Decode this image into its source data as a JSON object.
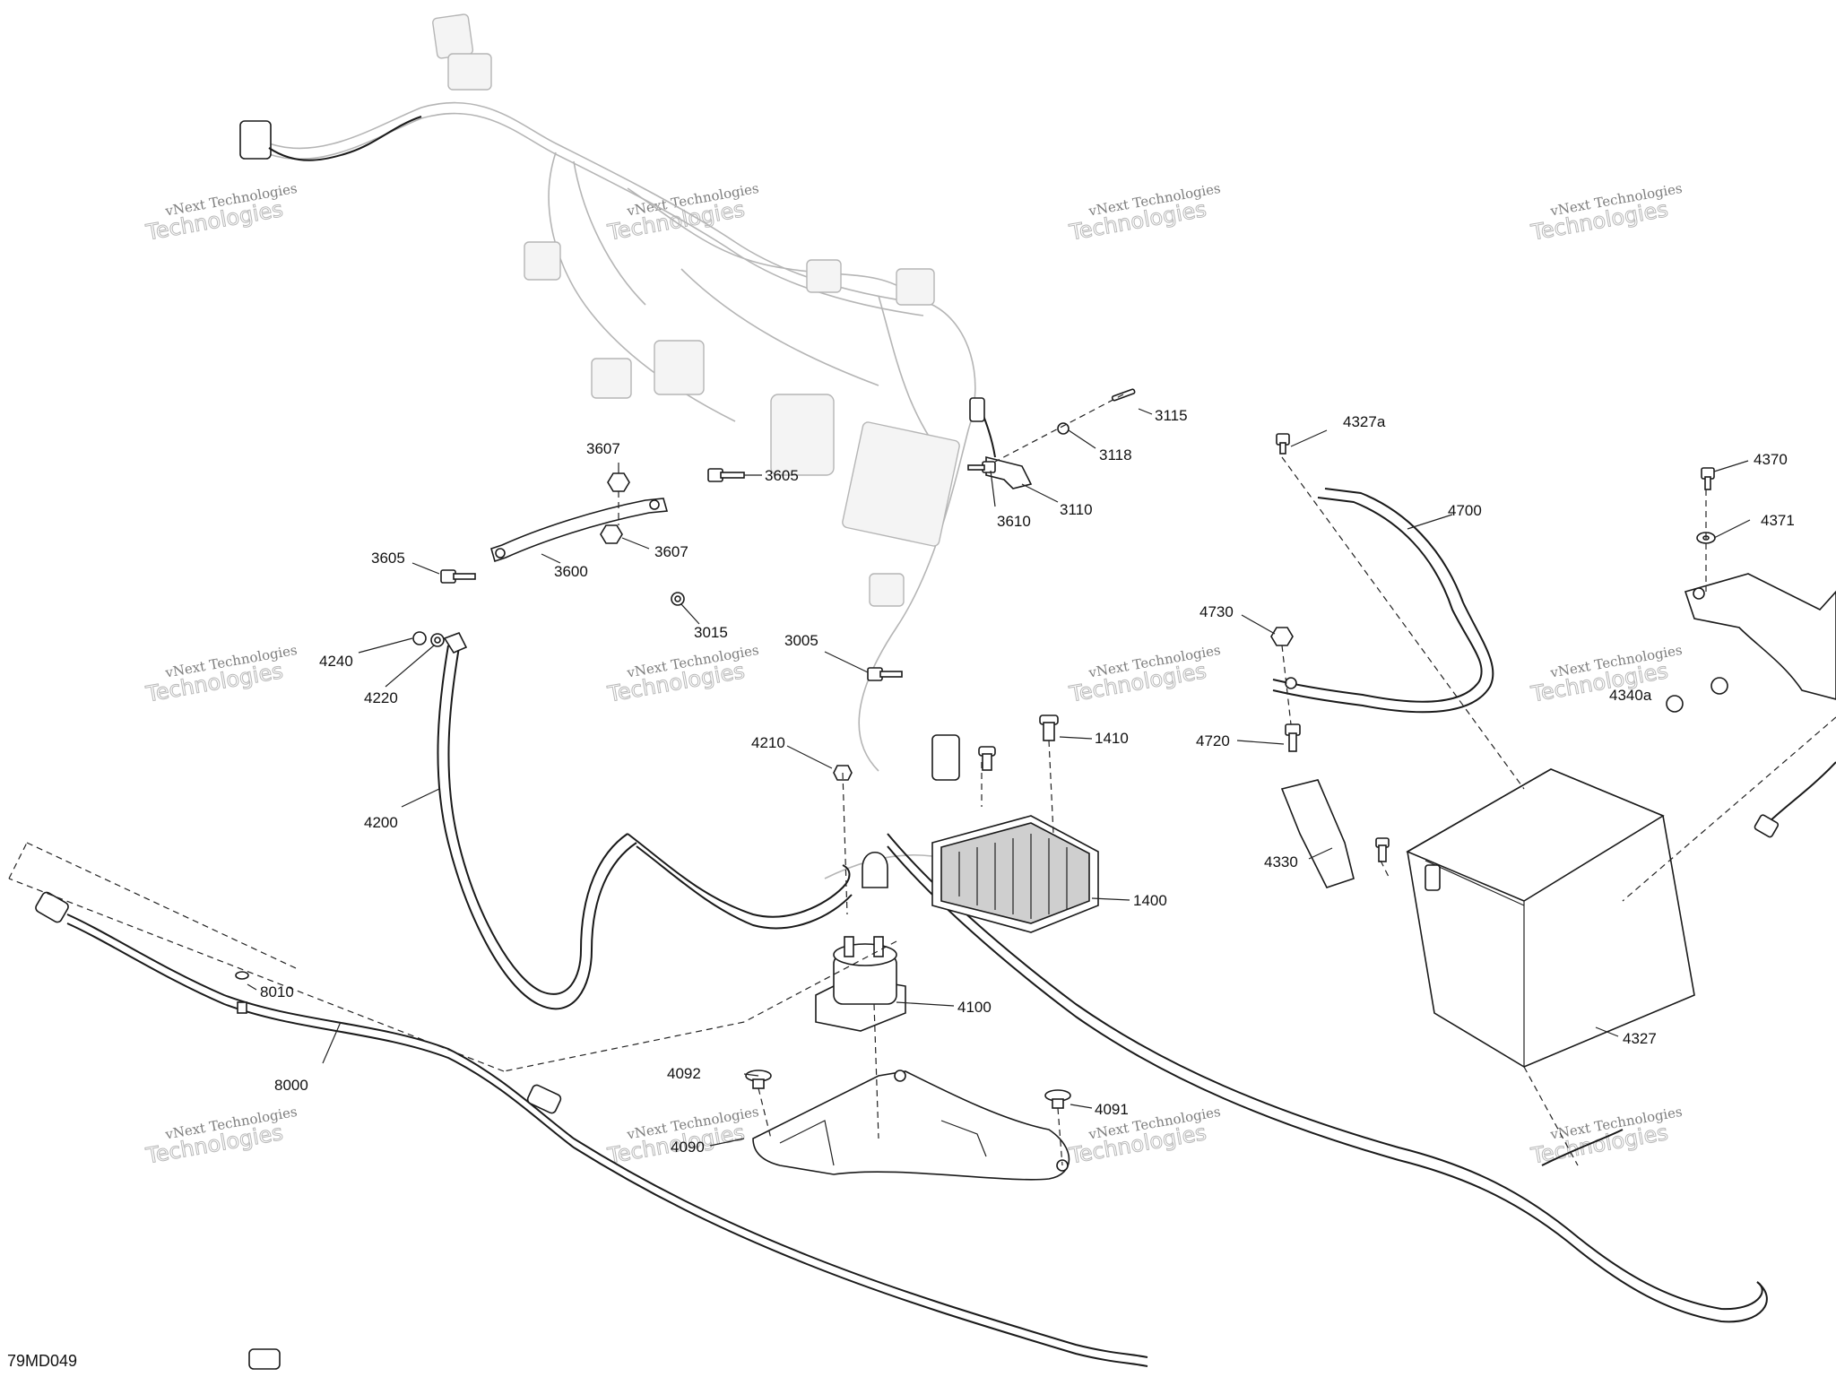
{
  "figure_id": "79MD049",
  "watermark": {
    "line1": "vNext Technologies",
    "line2": "Technologies",
    "logo_text": "vNext"
  },
  "callouts": {
    "c3115": "3115",
    "c3118": "3118",
    "c4327a": "4327a",
    "c4370": "4370",
    "c4371": "4371",
    "c3607a": "3607",
    "c3605a": "3605",
    "c3610": "3610",
    "c3110": "3110",
    "c4700": "4700",
    "c3605b": "3605",
    "c3600": "3600",
    "c3607b": "3607",
    "c3015": "3015",
    "c3005": "3005",
    "c4730": "4730",
    "c4240": "4240",
    "c4220": "4220",
    "c4340a": "4340a",
    "c4210": "4210",
    "c1410": "1410",
    "c4720": "4720",
    "c4200": "4200",
    "c4330": "4330",
    "c1400": "1400",
    "c8010": "8010",
    "c4100": "4100",
    "c4327": "4327",
    "c8000": "8000",
    "c4092": "4092",
    "c4091": "4091",
    "c4090": "4090"
  }
}
